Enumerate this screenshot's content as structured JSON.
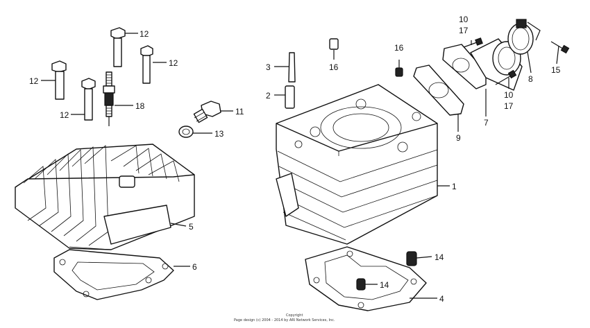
{
  "callouts": {
    "c1": "1",
    "c2": "2",
    "c3": "3",
    "c4": "4",
    "c5": "5",
    "c6": "6",
    "c7": "7",
    "c8": "8",
    "c9": "9",
    "c10a": "10",
    "c17a": "17",
    "c10b": "10",
    "c17b": "17",
    "c11": "11",
    "c12a": "12",
    "c12b": "12",
    "c12c": "12",
    "c12d": "12",
    "c13": "13",
    "c14a": "14",
    "c14b": "14",
    "c15": "15",
    "c16a": "16",
    "c16b": "16",
    "c18": "18"
  },
  "footer": {
    "line1": "Copyright",
    "line2": "Page design (c) 2004 - 2014 by ARI Network Services, Inc."
  },
  "colors": {
    "ink": "#111111",
    "paper": "#ffffff"
  }
}
